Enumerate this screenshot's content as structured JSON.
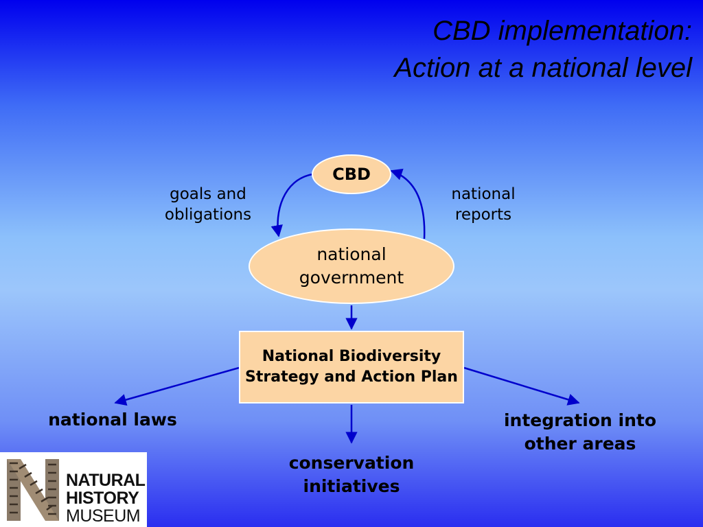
{
  "title": {
    "line1": "CBD implementation:",
    "line2": "Action at a national level"
  },
  "nodes": {
    "cbd": "CBD",
    "national_government": "national government",
    "nbsap": "National Biodiversity Strategy and Action Plan"
  },
  "edge_labels": {
    "goals": "goals and obligations",
    "reports": "national reports"
  },
  "outcomes": {
    "laws": "national laws",
    "conservation": "conservation initiatives",
    "integration": "integration into other areas"
  },
  "logo": {
    "line1": "NATURAL",
    "line2": "HISTORY",
    "line3": "MUSEUM"
  },
  "colors": {
    "node_fill": "#fcd5a4",
    "arrow": "#0000cc"
  }
}
